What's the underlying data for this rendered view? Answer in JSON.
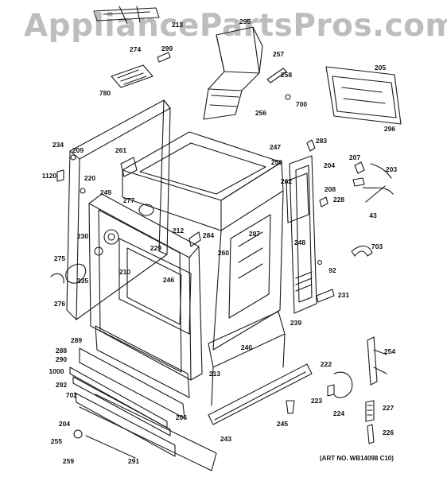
{
  "watermark": "AppliancePartsPros.com",
  "art_number": "(ART NO. WB14098 C10)",
  "part_labels": [
    "213",
    "295",
    "274",
    "299",
    "257",
    "258",
    "700",
    "780",
    "205",
    "256",
    "296",
    "234",
    "209",
    "261",
    "283",
    "247",
    "204",
    "207",
    "203",
    "1120",
    "220",
    "250",
    "262",
    "208",
    "249",
    "277",
    "228",
    "43",
    "212",
    "284",
    "287",
    "248",
    "230",
    "229",
    "703",
    "275",
    "246",
    "260",
    "92",
    "235",
    "210",
    "231",
    "276",
    "239",
    "289",
    "240",
    "254",
    "288",
    "290",
    "213",
    "222",
    "1000",
    "292",
    "702",
    "223",
    "206",
    "227",
    "204",
    "245",
    "224",
    "255",
    "243",
    "226",
    "259",
    "291"
  ]
}
